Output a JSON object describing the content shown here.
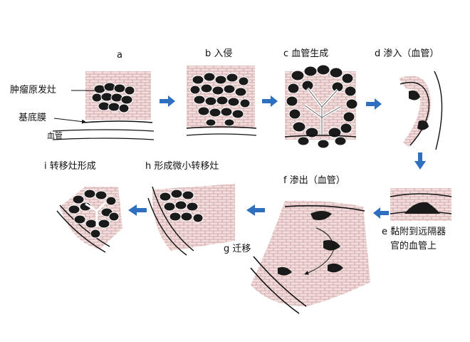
{
  "colors": {
    "tissue": "#f3dede",
    "brick_line": "#c79a9a",
    "cell_fill": "#1a1a1a",
    "arrow": "#2e6fbf",
    "ink": "#111111"
  },
  "labels": {
    "a": "a",
    "b": "b 入侵",
    "c": "c 血管生成",
    "d": "d 渗入（血管）",
    "e_line1": "e 黏附到远隔器",
    "e_line2": "官的血管上",
    "f": "f 渗出（血管）",
    "g": "g 迁移",
    "h": "h 形成微小转移灶",
    "i": "i 转移灶形成",
    "tumor": "肿瘤原发灶",
    "basement": "基底膜",
    "vessel": "血管"
  },
  "icons": [
    "right-arrow-icon",
    "down-arrow-icon",
    "left-arrow-icon"
  ]
}
